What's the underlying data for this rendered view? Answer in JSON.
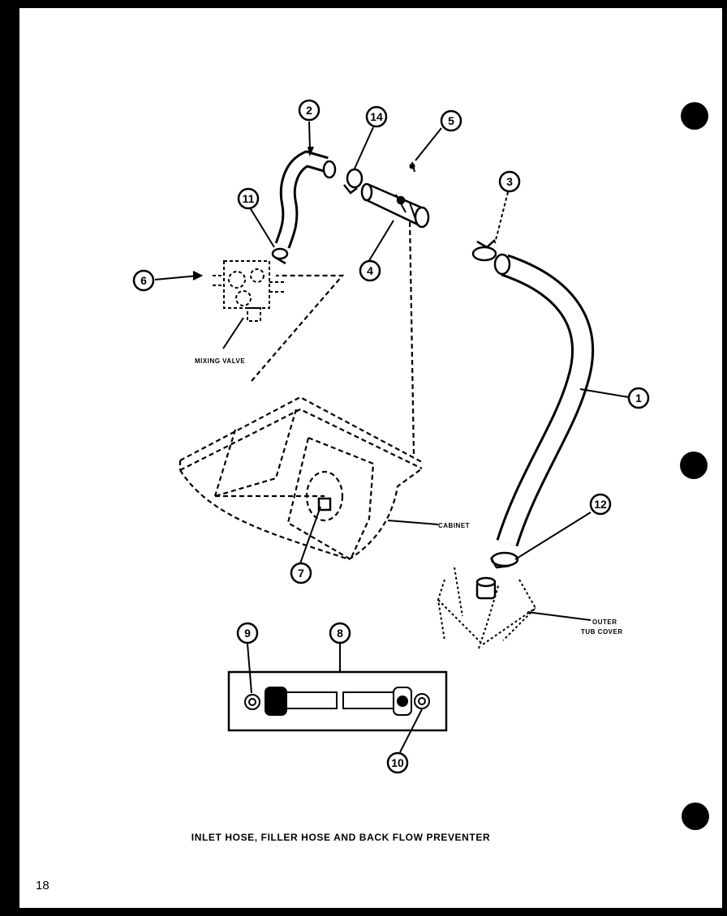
{
  "callouts": {
    "c1": "1",
    "c2": "2",
    "c3": "3",
    "c4": "4",
    "c5": "5",
    "c6": "6",
    "c7": "7",
    "c8": "8",
    "c9": "9",
    "c10": "10",
    "c11": "11",
    "c12": "12",
    "c14": "14"
  },
  "labels": {
    "mixing_valve": "MIXING VALVE",
    "cabinet": "CABINET",
    "outer_tub_cover_line1": "OUTER",
    "outer_tub_cover_line2": "TUB COVER"
  },
  "title": "INLET HOSE, FILLER HOSE AND BACK FLOW PREVENTER",
  "page_number": "18",
  "colors": {
    "paper": "#ffffff",
    "ink": "#000000",
    "border": "#000000"
  }
}
